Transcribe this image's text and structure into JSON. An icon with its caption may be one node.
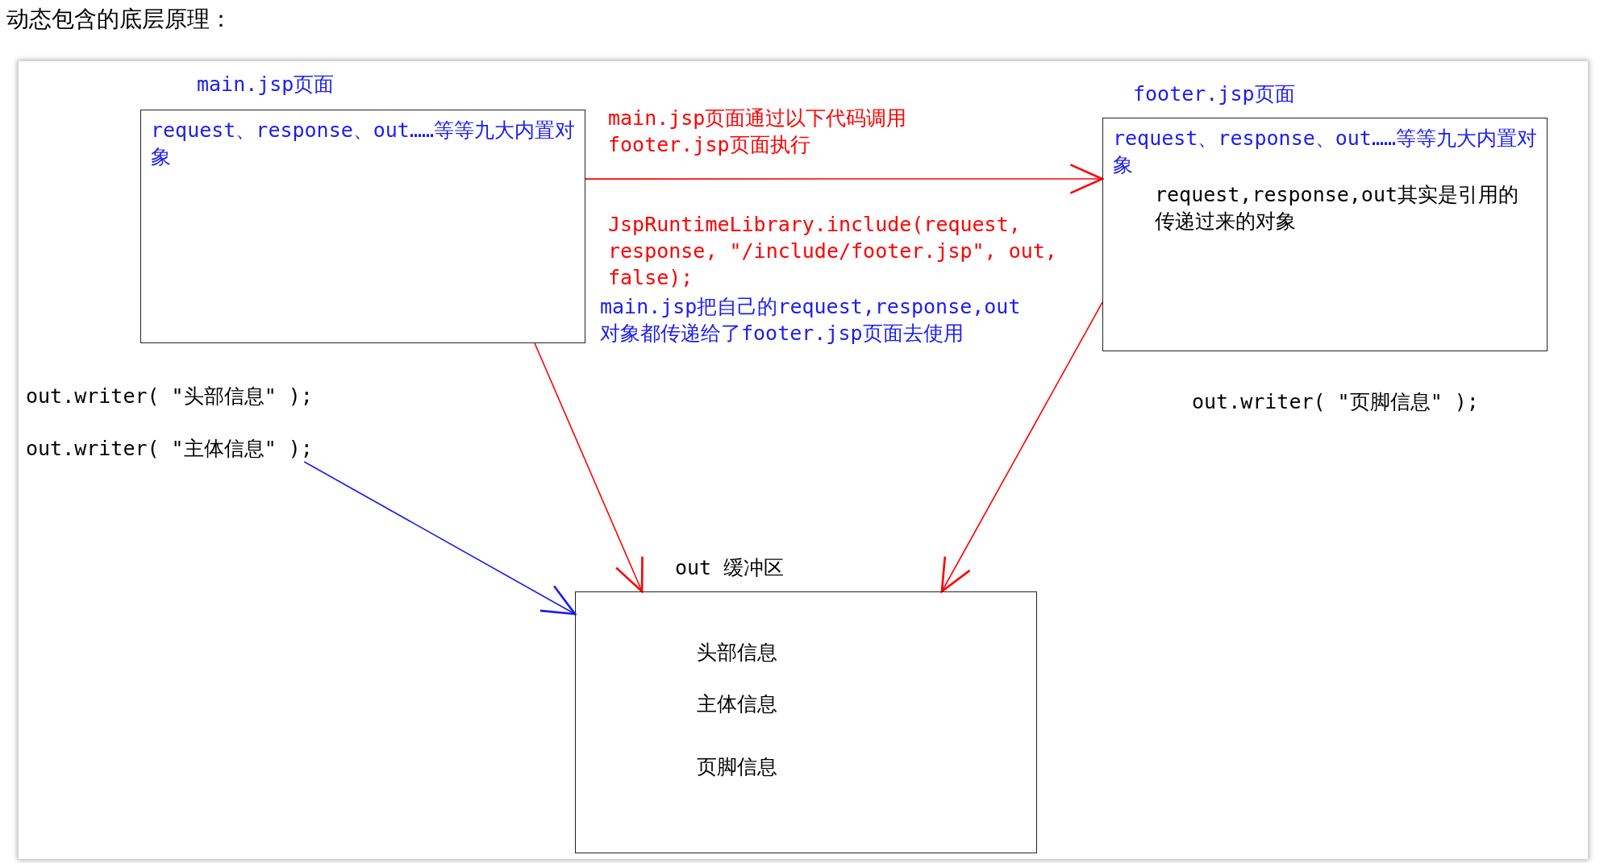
{
  "diagram": {
    "title": "动态包含的底层原理：",
    "nodes": [
      {
        "text": [
          "main.jsp页面",
          "request、response、out……等等九大内置对象"
        ]
      },
      {
        "text": [
          "footer.jsp页面",
          "request、response、out……等等九大内置对象",
          "request,response,out其实是引用的传递过来的对象"
        ]
      },
      {
        "text": [
          "out 缓冲区",
          "头部信息",
          "主体信息",
          "页脚信息"
        ]
      },
      {
        "text": [
          "out.writer( \"主体信息\" );"
        ]
      }
    ],
    "edges": [
      {
        "from": 0,
        "to": 1,
        "arrow": "to",
        "label": "main.jsp页面通过以下代码调用footer.jsp页面执行"
      },
      {
        "from": 0,
        "to": 2,
        "arrow": "to"
      },
      {
        "from": 1,
        "to": 2,
        "arrow": "to"
      },
      {
        "from": 3,
        "to": 2,
        "arrow": "to",
        "color": "#1c1cf0"
      }
    ],
    "labels": [
      "JspRuntimeLibrary.include(request, response, \"/include/footer.jsp\", out, false);",
      "main.jsp把自己的request,response,out对象都传递给了footer.jsp页面去使用",
      "out.writer( \"头部信息\" );",
      "out.writer( \"页脚信息\" );"
    ]
  }
}
